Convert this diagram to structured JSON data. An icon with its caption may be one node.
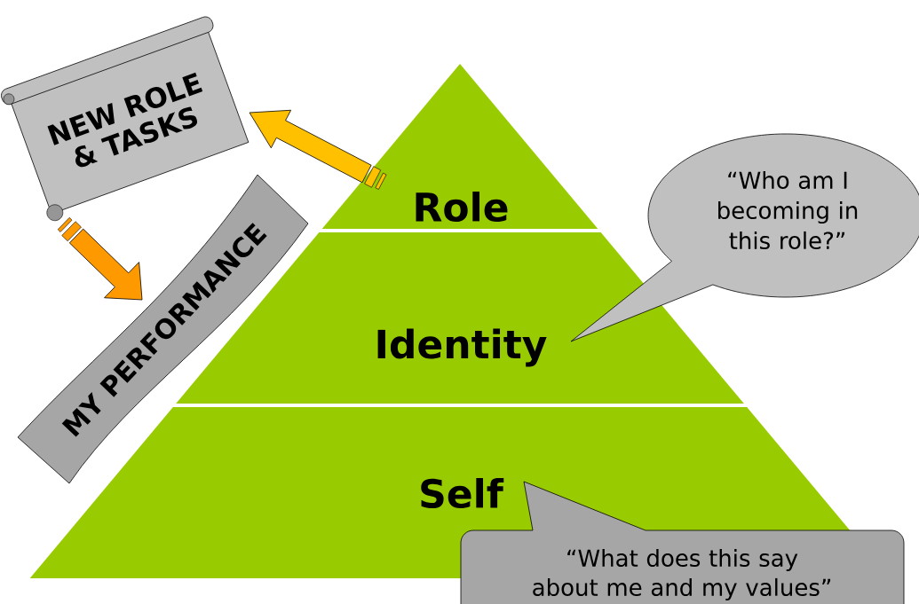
{
  "diagram": {
    "nodes": [
      {
        "text": [
          "Role"
        ]
      },
      {
        "text": [
          "Identity"
        ]
      },
      {
        "text": [
          "Self"
        ]
      },
      {
        "text": [
          "NEW ROLE & TASKS"
        ]
      },
      {
        "text": [
          "MY PERFORMANCE"
        ]
      },
      {
        "text": [
          "“Who am I becoming in this role?”"
        ]
      },
      {
        "text": [
          "“What does this say about me and my values”"
        ]
      }
    ],
    "edges": [
      {
        "from": 0,
        "to": 3,
        "arrow": "to",
        "color": "#ffc000"
      },
      {
        "from": 3,
        "to": 4,
        "arrow": "to",
        "color": "#ff9900"
      }
    ]
  }
}
